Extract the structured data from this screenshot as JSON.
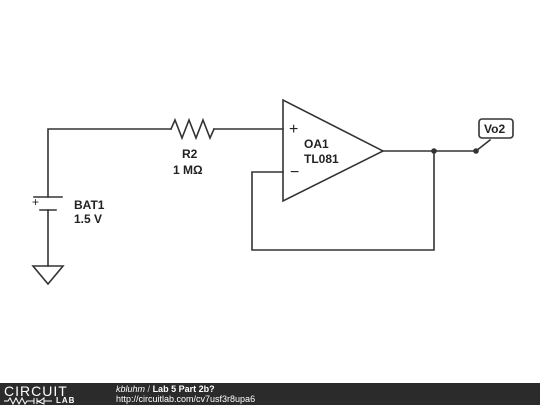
{
  "schematic": {
    "battery": {
      "name": "BAT1",
      "value": "1.5 V",
      "plus_sign": "+"
    },
    "resistor": {
      "name": "R2",
      "value": "1 MΩ"
    },
    "opamp": {
      "name": "OA1",
      "part": "TL081",
      "plus_sign": "+",
      "minus_sign": "−"
    },
    "probe": {
      "label": "Vo2"
    }
  },
  "footer": {
    "logo_text": "CIRCUIT",
    "logo_sub": "LAB",
    "author": "kbluhm",
    "separator": "/",
    "title": "Lab 5 Part 2b?",
    "url": "http://circuitlab.com/cv7usf3r8upa6"
  },
  "colors": {
    "wire": "#333333",
    "footer_bg": "#2b2b2b",
    "footer_text": "#ffffff"
  }
}
